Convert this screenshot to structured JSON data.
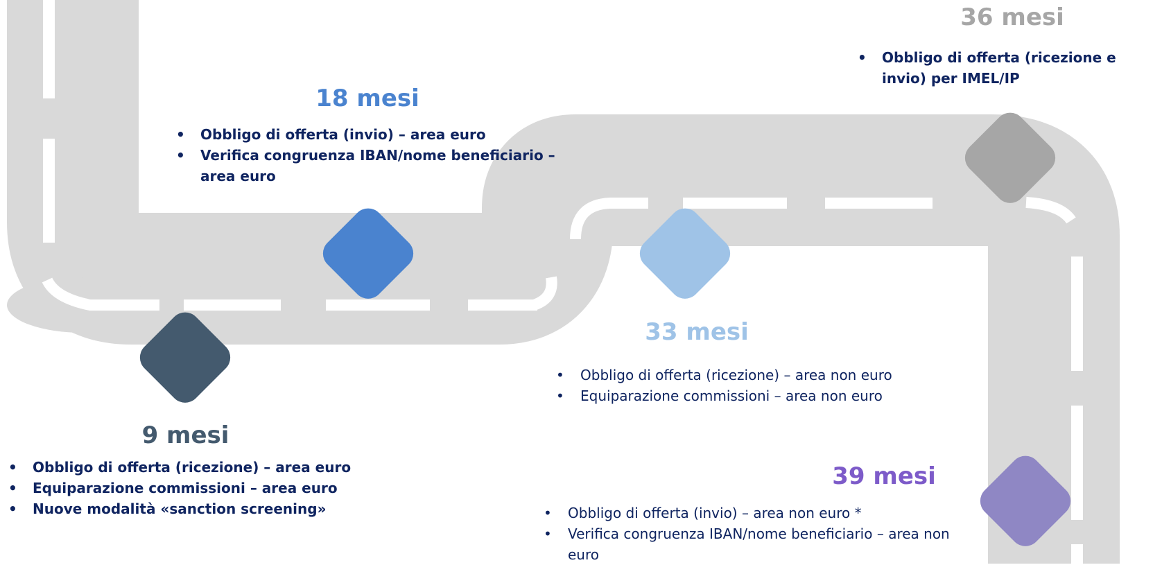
{
  "colors": {
    "road": "#d9d9d9",
    "lane": "#ffffff",
    "m9": "#445a6e",
    "m18": "#4a83cf",
    "m33": "#9fc3e7",
    "m36": "#a6a6a6",
    "m39": "#8f87c4",
    "text": "#0f2460"
  },
  "milestones": {
    "m9": {
      "title": "9 mesi",
      "items": [
        "Obbligo di offerta (ricezione) – area euro",
        "Equiparazione commissioni – area euro",
        "Nuove modalità «sanction screening»"
      ]
    },
    "m18": {
      "title": "18 mesi",
      "items": [
        "Obbligo di offerta (invio) – area euro",
        "Verifica congruenza IBAN/nome beneficiario – area euro"
      ]
    },
    "m33": {
      "title": "33 mesi",
      "items": [
        "Obbligo di offerta (ricezione) – area non euro",
        "Equiparazione commissioni – area non euro"
      ]
    },
    "m36": {
      "title": "36 mesi",
      "items": [
        "Obbligo di offerta (ricezione e invio) per IMEL/IP"
      ]
    },
    "m39": {
      "title": "39 mesi",
      "items": [
        "Obbligo di offerta (invio) – area non euro *",
        "Verifica congruenza IBAN/nome beneficiario – area non euro"
      ]
    }
  }
}
